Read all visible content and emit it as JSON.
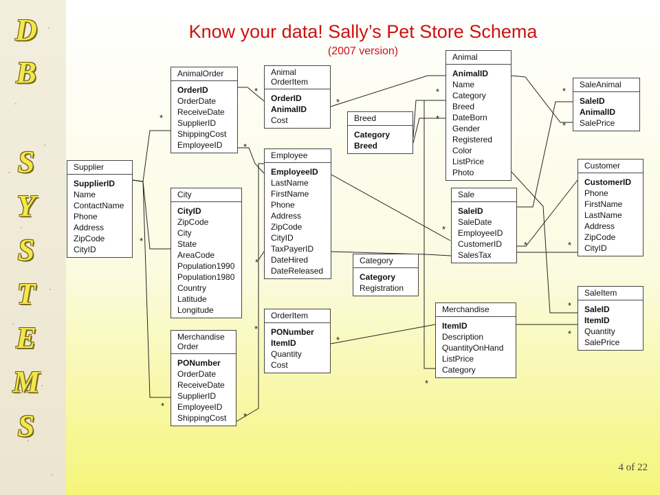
{
  "sidebar": {
    "letters": [
      "D",
      "B",
      "S",
      "Y",
      "S",
      "T",
      "E",
      "M",
      "S"
    ]
  },
  "title": "Know your data! Sally’s Pet Store Schema",
  "subtitle": "(2007 version)",
  "tables": {
    "supplier": {
      "header": "Supplier",
      "fields": [
        {
          "name": "SupplierID",
          "key": true
        },
        {
          "name": "Name"
        },
        {
          "name": "ContactName"
        },
        {
          "name": "Phone"
        },
        {
          "name": "Address"
        },
        {
          "name": "ZipCode"
        },
        {
          "name": "CityID"
        }
      ]
    },
    "animal_order": {
      "header": "AnimalOrder",
      "fields": [
        {
          "name": "OrderID",
          "key": true
        },
        {
          "name": "OrderDate"
        },
        {
          "name": "ReceiveDate"
        },
        {
          "name": "SupplierID"
        },
        {
          "name": "ShippingCost"
        },
        {
          "name": "EmployeeID"
        }
      ]
    },
    "animal_order_item": {
      "header": "Animal\nOrderItem",
      "fields": [
        {
          "name": "OrderID",
          "key": true
        },
        {
          "name": "AnimalID",
          "key": true
        },
        {
          "name": "Cost"
        }
      ]
    },
    "breed": {
      "header": "Breed",
      "fields": [
        {
          "name": "Category",
          "key": true
        },
        {
          "name": "Breed",
          "key": true
        }
      ]
    },
    "animal": {
      "header": "Animal",
      "fields": [
        {
          "name": "AnimalID",
          "key": true
        },
        {
          "name": "Name"
        },
        {
          "name": "Category"
        },
        {
          "name": "Breed"
        },
        {
          "name": "DateBorn"
        },
        {
          "name": "Gender"
        },
        {
          "name": "Registered"
        },
        {
          "name": "Color"
        },
        {
          "name": "ListPrice"
        },
        {
          "name": "Photo"
        }
      ]
    },
    "sale_animal": {
      "header": "SaleAnimal",
      "fields": [
        {
          "name": "SaleID",
          "key": true
        },
        {
          "name": "AnimalID",
          "key": true
        },
        {
          "name": "SalePrice"
        }
      ]
    },
    "city": {
      "header": "City",
      "fields": [
        {
          "name": "CityID",
          "key": true
        },
        {
          "name": "ZipCode"
        },
        {
          "name": "City"
        },
        {
          "name": "State"
        },
        {
          "name": "AreaCode"
        },
        {
          "name": "Population1990"
        },
        {
          "name": "Population1980"
        },
        {
          "name": "Country"
        },
        {
          "name": "Latitude"
        },
        {
          "name": "Longitude"
        }
      ]
    },
    "employee": {
      "header": "Employee",
      "fields": [
        {
          "name": "EmployeeID",
          "key": true
        },
        {
          "name": "LastName"
        },
        {
          "name": "FirstName"
        },
        {
          "name": "Phone"
        },
        {
          "name": "Address"
        },
        {
          "name": "ZipCode"
        },
        {
          "name": "CityID"
        },
        {
          "name": "TaxPayerID"
        },
        {
          "name": "DateHired"
        },
        {
          "name": "DateReleased"
        }
      ]
    },
    "sale": {
      "header": "Sale",
      "fields": [
        {
          "name": "SaleID",
          "key": true
        },
        {
          "name": "SaleDate"
        },
        {
          "name": "EmployeeID"
        },
        {
          "name": "CustomerID"
        },
        {
          "name": "SalesTax"
        }
      ]
    },
    "customer": {
      "header": "Customer",
      "fields": [
        {
          "name": "CustomerID",
          "key": true
        },
        {
          "name": "Phone"
        },
        {
          "name": "FirstName"
        },
        {
          "name": "LastName"
        },
        {
          "name": "Address"
        },
        {
          "name": "ZipCode"
        },
        {
          "name": "CityID"
        }
      ]
    },
    "category": {
      "header": "Category",
      "fields": [
        {
          "name": "Category",
          "key": true
        },
        {
          "name": "Registration"
        }
      ]
    },
    "merchandise_order": {
      "header": "Merchandise\nOrder",
      "fields": [
        {
          "name": "PONumber",
          "key": true
        },
        {
          "name": "OrderDate"
        },
        {
          "name": "ReceiveDate"
        },
        {
          "name": "SupplierID"
        },
        {
          "name": "EmployeeID"
        },
        {
          "name": "ShippingCost"
        }
      ]
    },
    "order_item": {
      "header": "OrderItem",
      "fields": [
        {
          "name": "PONumber",
          "key": true
        },
        {
          "name": "ItemID",
          "key": true
        },
        {
          "name": "Quantity"
        },
        {
          "name": "Cost"
        }
      ]
    },
    "merchandise": {
      "header": "Merchandise",
      "fields": [
        {
          "name": "ItemID",
          "key": true
        },
        {
          "name": "Description"
        },
        {
          "name": "QuantityOnHand"
        },
        {
          "name": "ListPrice"
        },
        {
          "name": "Category"
        }
      ]
    },
    "sale_item": {
      "header": "SaleItem",
      "fields": [
        {
          "name": "SaleID",
          "key": true
        },
        {
          "name": "ItemID",
          "key": true
        },
        {
          "name": "Quantity"
        },
        {
          "name": "SalePrice"
        }
      ]
    }
  },
  "multiplicity_symbol": "*",
  "pager": "4 of 22"
}
